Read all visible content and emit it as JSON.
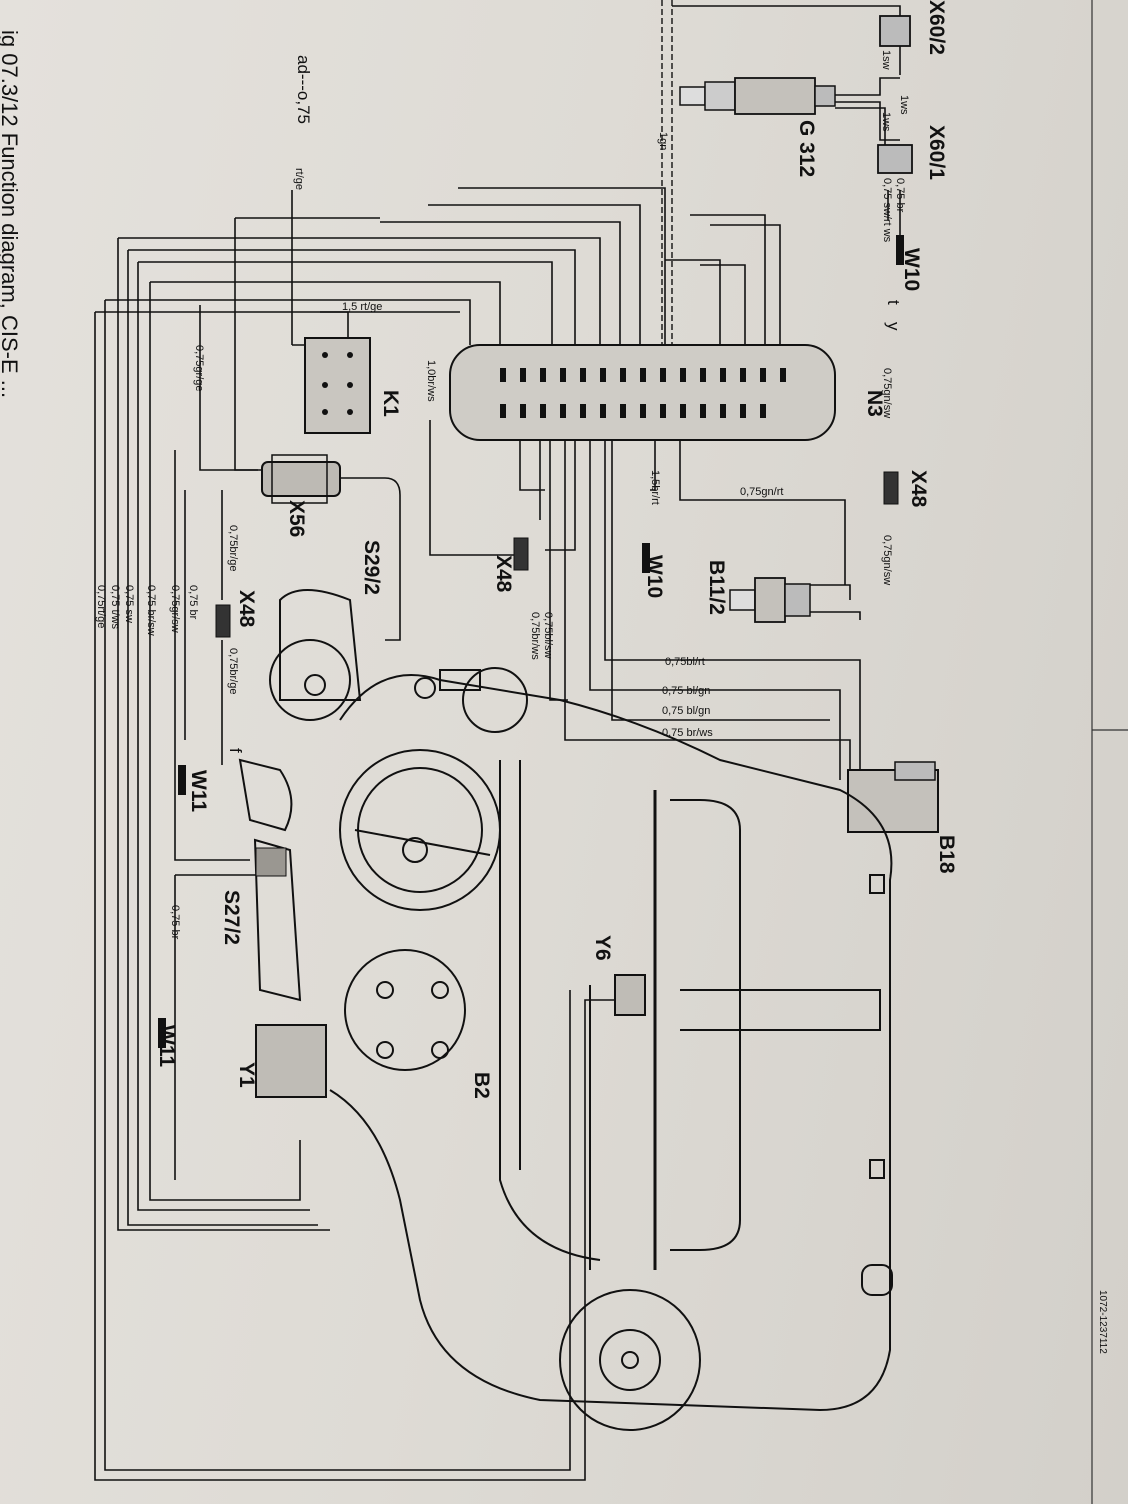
{
  "caption": {
    "text": "ig 07.3/12   Function diagram, CIS-E ...",
    "doc_code": "1072-1237112"
  },
  "components": {
    "X60_2": "X60/2",
    "X60_1": "X60/1",
    "G312": "G 312",
    "W10_top": "W10",
    "N3": "N3",
    "X48_top": "X48",
    "B11_2": "B11/2",
    "W10_mid": "W10",
    "X48_mid": "X48",
    "K1": "K1",
    "X56": "X56",
    "S29_2": "S29/2",
    "X48_low": "X48",
    "W11_a": "W11",
    "S27_2": "S27/2",
    "W11_b": "W11",
    "Y1": "Y1",
    "B2": "B2",
    "Y6": "Y6",
    "B18": "B18"
  },
  "wire_labels": {
    "sw1": "1sw",
    "ws1": "1ws",
    "ws2": "1ws",
    "br075": "0,75 br",
    "swrtws": "0,75 sw/rt ws",
    "gn1": "1gn",
    "t": "t",
    "y": "y",
    "gnsw1": "0,75gn/sw",
    "gnsw2": "0,75gn/sw",
    "gnrt": "0,75gn/rt",
    "brrt": "1,5br/rt",
    "ad": "ad---o,75",
    "rtge": "rt/ge",
    "rtge15": "1,5 rt/ge",
    "brws10": "1,0br/ws",
    "grge": "0,75gr/ge",
    "brge1": "0,75br/ge",
    "brge2": "0,75br/ge",
    "f": "f",
    "blsw": "0,75bl/sw",
    "brws": "0,75br/ws",
    "blrt": "0,75bl/rt",
    "blgn1": "0,75 bl/gn",
    "blgn2": "0,75 bl/gn",
    "brws2": "0,75 br/ws",
    "br_a": "0,75 br",
    "grsw": "0,75gr/sw",
    "brsw": "0,75 br/sw",
    "sw": "0,75 sw",
    "tiws": "0,75 t/ws",
    "rtge2": "0,75rt/ge",
    "br_b": "0,75 br"
  },
  "colors": {
    "ink": "#111111",
    "paper": "#e2dfda"
  }
}
